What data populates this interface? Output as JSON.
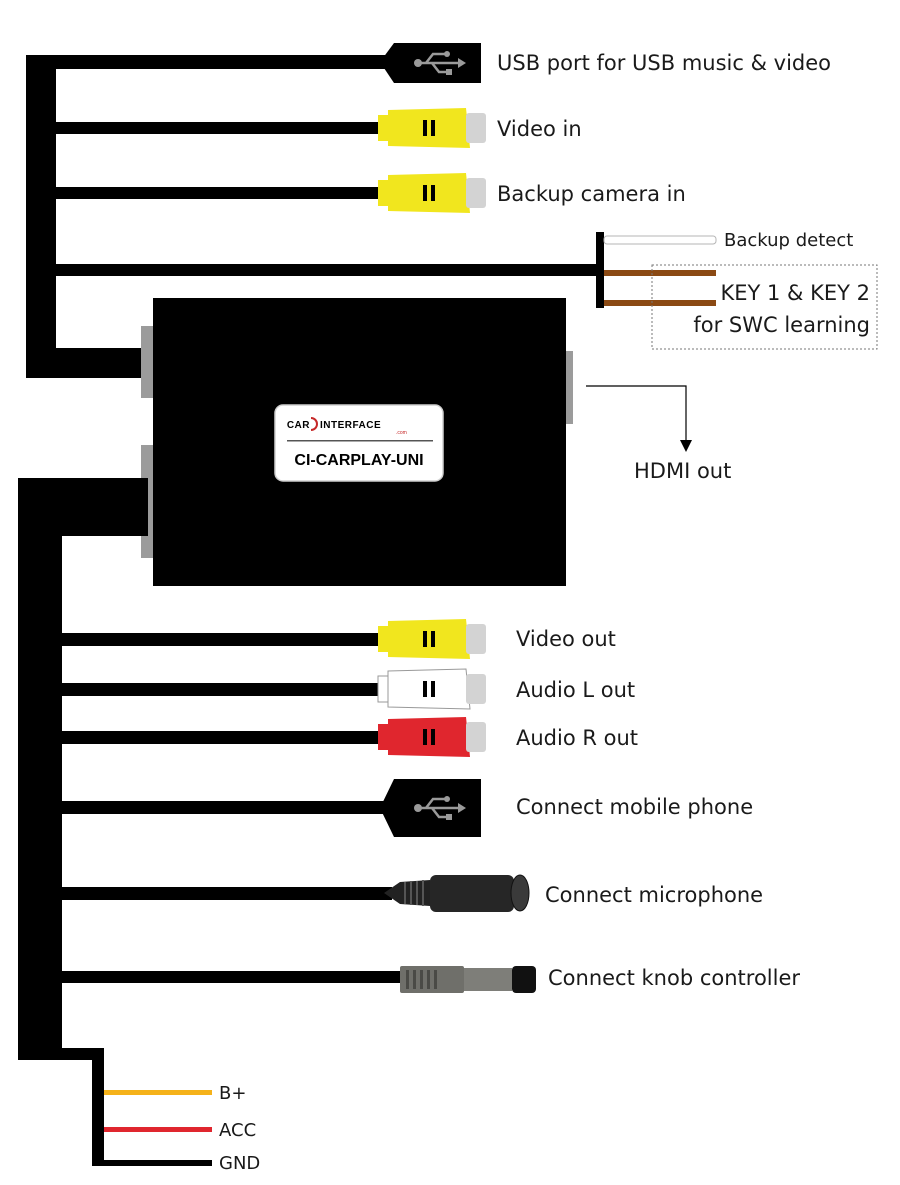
{
  "device": {
    "badge_label": "CI-CARPLAY-UNI",
    "logo_left": "CAR",
    "logo_right": "INTERFACE",
    "logo_sub": ".com"
  },
  "connectors": [
    {
      "label": "USB port for USB music & video",
      "type": "usb"
    },
    {
      "label": "Video in",
      "type": "rca",
      "color": "#f1e61e"
    },
    {
      "label": "Backup camera in",
      "type": "rca",
      "color": "#f1e61e"
    },
    {
      "label": "Video out",
      "type": "rca",
      "color": "#f1e61e"
    },
    {
      "label": "Audio L out",
      "type": "rca",
      "color": "#ffffff"
    },
    {
      "label": "Audio R out",
      "type": "rca",
      "color": "#e0262e"
    },
    {
      "label": "Connect mobile phone",
      "type": "usb"
    },
    {
      "label": "Connect microphone",
      "type": "mini-jack"
    },
    {
      "label": "Connect knob controller",
      "type": "barrel"
    }
  ],
  "wires": {
    "backup_detect": "Backup detect",
    "key_line1": "KEY 1 & KEY 2",
    "key_line2": "for SWC learning",
    "hdmi": "HDMI out"
  },
  "power": [
    {
      "label": "B+",
      "color": "#f5b21a"
    },
    {
      "label": "ACC",
      "color": "#e0262e"
    },
    {
      "label": "GND",
      "color": "#000000"
    }
  ],
  "colors": {
    "cable": "#000000",
    "white_wire": "#ffffff",
    "brown_wire": "#8b4a14",
    "port_grey": "#9b9b9b",
    "plug_sleeve": "#d3d3d3"
  }
}
